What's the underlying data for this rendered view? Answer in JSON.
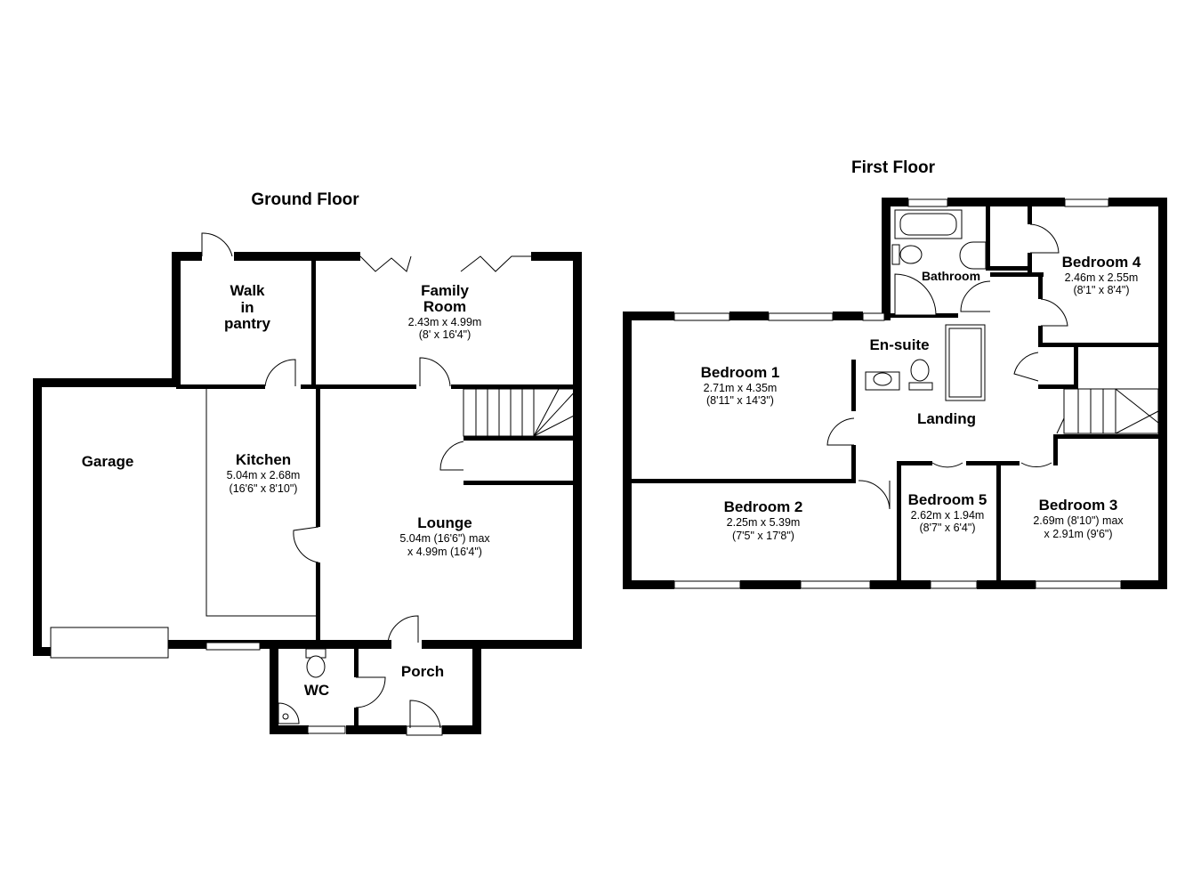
{
  "ground_floor": {
    "title": "Ground Floor",
    "garage": {
      "name": "Garage"
    },
    "walk_in_pantry": {
      "name_l1": "Walk",
      "name_l2": "in",
      "name_l3": "pantry"
    },
    "family_room": {
      "name_l1": "Family",
      "name_l2": "Room",
      "dim1": "2.43m x 4.99m",
      "dim2": "(8' x 16'4\")"
    },
    "kitchen": {
      "name": "Kitchen",
      "dim1": "5.04m x 2.68m",
      "dim2": "(16'6\" x 8'10\")"
    },
    "lounge": {
      "name": "Lounge",
      "dim1": "5.04m (16'6\") max",
      "dim2": "x 4.99m (16'4\")"
    },
    "wc": {
      "name": "WC"
    },
    "porch": {
      "name": "Porch"
    }
  },
  "first_floor": {
    "title": "First Floor",
    "bathroom": {
      "name": "Bathroom"
    },
    "bedroom4": {
      "name": "Bedroom 4",
      "dim1": "2.46m x 2.55m",
      "dim2": "(8'1\" x 8'4\")"
    },
    "ensuite": {
      "name": "En-suite"
    },
    "bedroom1": {
      "name": "Bedroom 1",
      "dim1": "2.71m x 4.35m",
      "dim2": "(8'11\" x 14'3\")"
    },
    "landing": {
      "name": "Landing"
    },
    "bedroom2": {
      "name": "Bedroom 2",
      "dim1": "2.25m x 5.39m",
      "dim2": "(7'5\" x 17'8\")"
    },
    "bedroom5": {
      "name": "Bedroom 5",
      "dim1": "2.62m x 1.94m",
      "dim2": "(8'7\" x 6'4\")"
    },
    "bedroom3": {
      "name": "Bedroom 3",
      "dim1": "2.69m (8'10\") max",
      "dim2": "x 2.91m (9'6\")"
    }
  }
}
